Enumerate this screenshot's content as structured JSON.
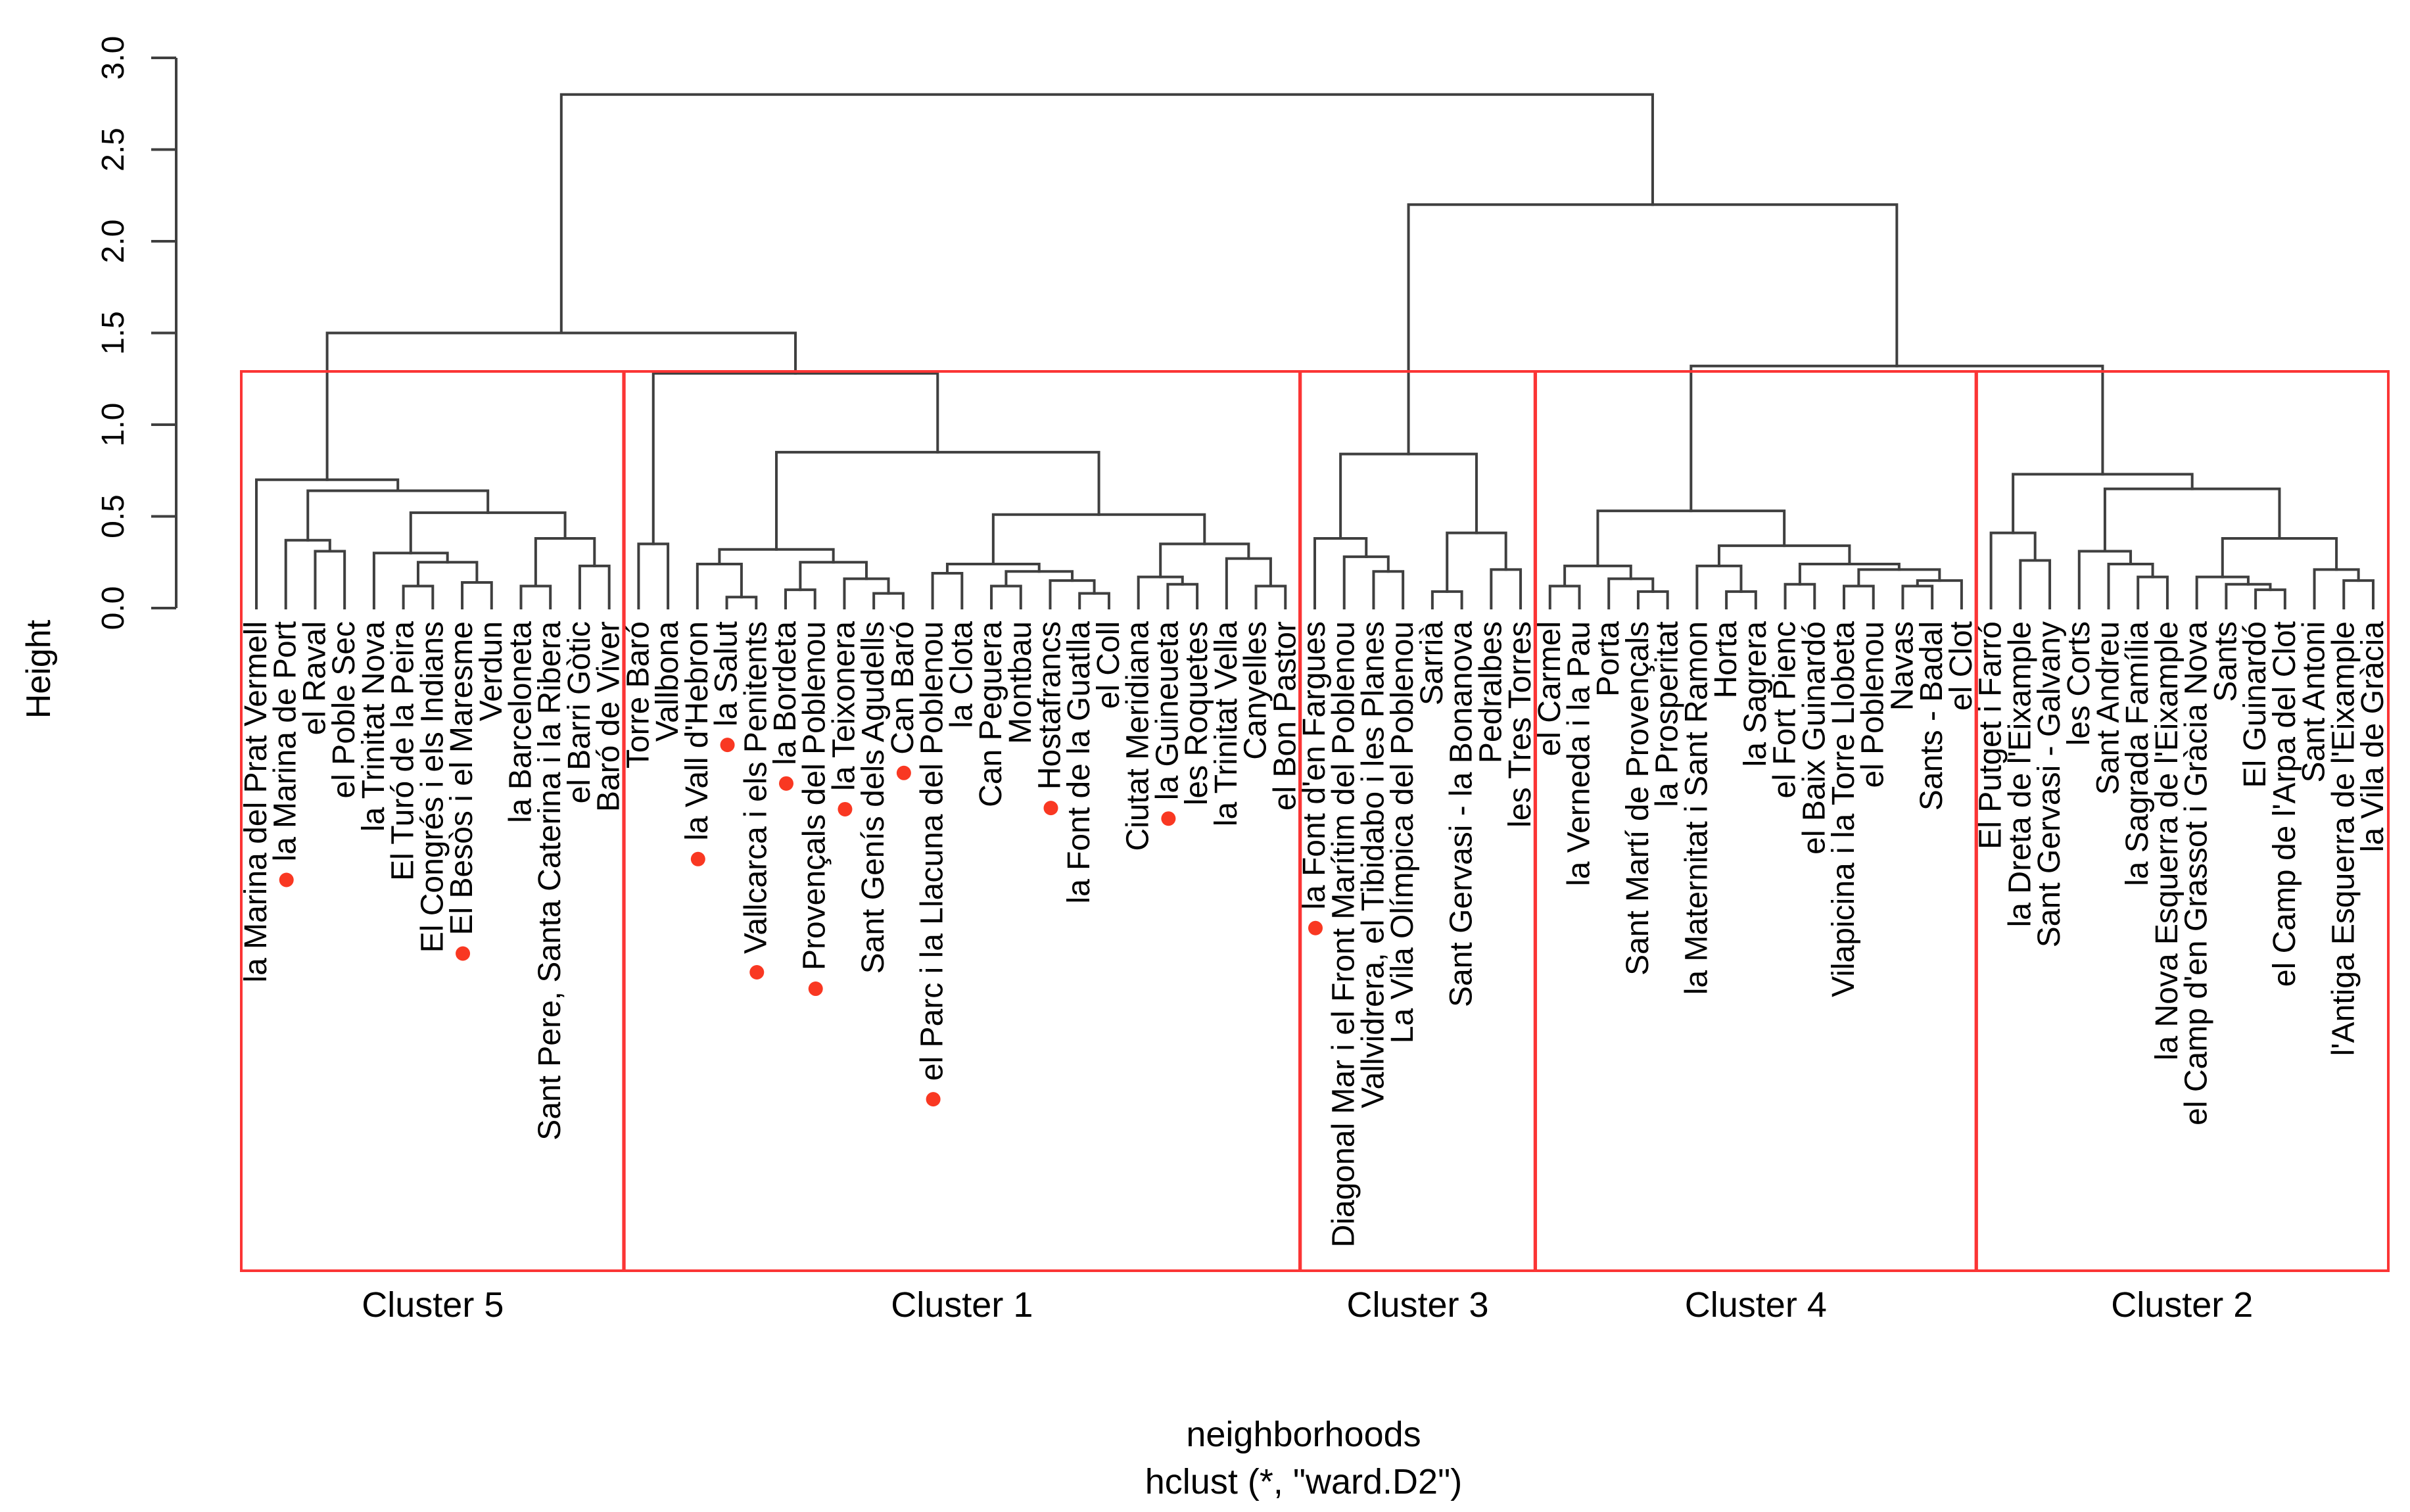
{
  "colors": {
    "dendrogram_line": "#3f3f3f",
    "cluster_box": "#fb3535",
    "leaf_dot": "#f93822",
    "text": "#000000",
    "background": "#ffffff"
  },
  "chart_data": {
    "type": "dendrogram",
    "title": "",
    "y_axis": {
      "label": "Height",
      "range": [
        0,
        3
      ],
      "ticks": [
        "0.0",
        "0.5",
        "1.0",
        "1.5",
        "2.0",
        "2.5",
        "3.0"
      ]
    },
    "x_axis": {
      "label_line1": "neighborhoods",
      "label_line2": "hclust (*, \"ward.D2\")"
    },
    "leaves": [
      {
        "name": "la Marina del Prat Vermell",
        "dot": false
      },
      {
        "name": "la Marina de Port",
        "dot": true
      },
      {
        "name": "el Raval",
        "dot": false
      },
      {
        "name": "el Poble Sec",
        "dot": false
      },
      {
        "name": "la Trinitat Nova",
        "dot": false
      },
      {
        "name": "El Turó de la Peira",
        "dot": false
      },
      {
        "name": "El Congrés i els Indians",
        "dot": false
      },
      {
        "name": "El Besòs i el Maresme",
        "dot": true
      },
      {
        "name": "Verdun",
        "dot": false
      },
      {
        "name": "la Barceloneta",
        "dot": false
      },
      {
        "name": "Sant Pere, Santa Caterina i la Ribera",
        "dot": false
      },
      {
        "name": "el Barri Gòtic",
        "dot": false
      },
      {
        "name": "Baró de Viver",
        "dot": false
      },
      {
        "name": "Torre Baró",
        "dot": false
      },
      {
        "name": "Vallbona",
        "dot": false
      },
      {
        "name": "la Vall d'Hebron",
        "dot": true
      },
      {
        "name": "la Salut",
        "dot": true
      },
      {
        "name": "Vallcarca i els Penitents",
        "dot": true
      },
      {
        "name": "la Bordeta",
        "dot": true
      },
      {
        "name": "Provençals del Poblenou",
        "dot": true
      },
      {
        "name": "la Teixonera",
        "dot": true
      },
      {
        "name": "Sant Genís dels Agudells",
        "dot": false
      },
      {
        "name": "Can Baró",
        "dot": true
      },
      {
        "name": "el Parc i la Llacuna del Poblenou",
        "dot": true
      },
      {
        "name": "la Clota",
        "dot": false
      },
      {
        "name": "Can Peguera",
        "dot": false
      },
      {
        "name": "Montbau",
        "dot": false
      },
      {
        "name": "Hostafrancs",
        "dot": true
      },
      {
        "name": "la Font de la Guatlla",
        "dot": false
      },
      {
        "name": "el Coll",
        "dot": false
      },
      {
        "name": "Ciutat Meridiana",
        "dot": false
      },
      {
        "name": "la Guineueta",
        "dot": true
      },
      {
        "name": "les Roquetes",
        "dot": false
      },
      {
        "name": "la Trinitat Vella",
        "dot": false
      },
      {
        "name": "Canyelles",
        "dot": false
      },
      {
        "name": "el Bon Pastor",
        "dot": false
      },
      {
        "name": "la Font d'en Fargues",
        "dot": true
      },
      {
        "name": "Diagonal Mar i el Front Marítim del Poblenou",
        "dot": false
      },
      {
        "name": "Vallvidrera, el Tibidabo i les Planes",
        "dot": false
      },
      {
        "name": "La Vila Olímpica del Poblenou",
        "dot": false
      },
      {
        "name": "Sarrià",
        "dot": false
      },
      {
        "name": "Sant Gervasi - la Bonanova",
        "dot": false
      },
      {
        "name": "Pedralbes",
        "dot": false
      },
      {
        "name": "les Tres Torres",
        "dot": false
      },
      {
        "name": "el Carmel",
        "dot": false
      },
      {
        "name": "la Verneda i la Pau",
        "dot": false
      },
      {
        "name": "Porta",
        "dot": false
      },
      {
        "name": "Sant Martí de Provençals",
        "dot": false
      },
      {
        "name": "la Prosperitat",
        "dot": false
      },
      {
        "name": "la Maternitat i Sant Ramon",
        "dot": false
      },
      {
        "name": "Horta",
        "dot": false
      },
      {
        "name": "la Sagrera",
        "dot": false
      },
      {
        "name": "el Fort Pienc",
        "dot": false
      },
      {
        "name": "el Baix Guinardó",
        "dot": false
      },
      {
        "name": "Vilapicina i la Torre Llobeta",
        "dot": false
      },
      {
        "name": "el Poblenou",
        "dot": false
      },
      {
        "name": "Navas",
        "dot": false
      },
      {
        "name": "Sants - Badal",
        "dot": false
      },
      {
        "name": "el Clot",
        "dot": false
      },
      {
        "name": "El Putget i Farró",
        "dot": false
      },
      {
        "name": "la Dreta de l'Eixample",
        "dot": false
      },
      {
        "name": "Sant Gervasi - Galvany",
        "dot": false
      },
      {
        "name": "les Corts",
        "dot": false
      },
      {
        "name": "Sant Andreu",
        "dot": false
      },
      {
        "name": "la Sagrada Família",
        "dot": false
      },
      {
        "name": "la Nova Esquerra de l'Eixample",
        "dot": false
      },
      {
        "name": "el Camp d'en Grassot i Gràcia Nova",
        "dot": false
      },
      {
        "name": "Sants",
        "dot": false
      },
      {
        "name": "El Guinardó",
        "dot": false
      },
      {
        "name": "el Camp de l'Arpa del Clot",
        "dot": false
      },
      {
        "name": "Sant Antoni",
        "dot": false
      },
      {
        "name": "l'Antiga Esquerra de l'Eixample",
        "dot": false
      },
      {
        "name": "la Vila de Gràcia",
        "dot": false
      }
    ],
    "clusters": [
      {
        "label": "Cluster 5",
        "from": 0,
        "to": 12
      },
      {
        "label": "Cluster 1",
        "from": 13,
        "to": 35
      },
      {
        "label": "Cluster 3",
        "from": 36,
        "to": 43
      },
      {
        "label": "Cluster 4",
        "from": 44,
        "to": 58
      },
      {
        "label": "Cluster 2",
        "from": 59,
        "to": 72
      }
    ],
    "tree": [
      2.8,
      [
        1.5,
        [
          0.7,
          0,
          [
            0.64,
            [
              0.37,
              1,
              [
                0.31,
                2,
                3
              ]
            ],
            [
              0.52,
              [
                0.3,
                4,
                [
                  0.25,
                  [
                    0.12,
                    5,
                    6
                  ],
                  [
                    0.14,
                    7,
                    8
                  ]
                ]
              ],
              [
                0.38,
                [
                  0.12,
                  9,
                  10
                ],
                [
                  0.23,
                  11,
                  12
                ]
              ]
            ]
          ]
        ],
        [
          1.28,
          [
            0.35,
            13,
            14
          ],
          [
            0.85,
            [
              0.32,
              [
                0.24,
                15,
                [
                  0.06,
                  16,
                  17
                ]
              ],
              [
                0.25,
                [
                  0.1,
                  18,
                  19
                ],
                [
                  0.16,
                  20,
                  [
                    0.08,
                    21,
                    22
                  ]
                ]
              ]
            ],
            [
              0.51,
              [
                0.24,
                [
                  0.19,
                  23,
                  24
                ],
                [
                  0.2,
                  [
                    0.12,
                    25,
                    26
                  ],
                  [
                    0.15,
                    27,
                    [
                      0.08,
                      28,
                      29
                    ]
                  ]
                ]
              ],
              [
                0.35,
                [
                  0.17,
                  30,
                  [
                    0.13,
                    31,
                    32
                  ]
                ],
                [
                  0.27,
                  33,
                  [
                    0.12,
                    34,
                    35
                  ]
                ]
              ]
            ]
          ]
        ]
      ],
      [
        2.2,
        [
          0.84,
          [
            0.38,
            36,
            [
              0.28,
              37,
              [
                0.2,
                38,
                39
              ]
            ]
          ],
          [
            0.41,
            [
              0.09,
              40,
              41
            ],
            [
              0.21,
              42,
              43
            ]
          ]
        ],
        [
          1.32,
          [
            0.53,
            [
              0.23,
              [
                0.12,
                44,
                45
              ],
              [
                0.16,
                46,
                [
                  0.09,
                  47,
                  48
                ]
              ]
            ],
            [
              0.34,
              [
                0.23,
                49,
                [
                  0.09,
                  50,
                  51
                ]
              ],
              [
                0.24,
                [
                  0.13,
                  52,
                  53
                ],
                [
                  0.21,
                  [
                    0.12,
                    54,
                    55
                  ],
                  [
                    0.15,
                    [
                      0.12,
                      56,
                      57
                    ],
                    58
                  ]
                ]
              ]
            ]
          ],
          [
            0.73,
            [
              0.41,
              59,
              [
                0.26,
                60,
                61
              ]
            ],
            [
              0.65,
              [
                0.31,
                62,
                [
                  0.24,
                  63,
                  [
                    0.17,
                    64,
                    65
                  ]
                ]
              ],
              [
                0.38,
                [
                  0.17,
                  66,
                  [
                    0.13,
                    67,
                    [
                      0.1,
                      68,
                      69
                    ]
                  ]
                ],
                [
                  0.21,
                  70,
                  [
                    0.15,
                    71,
                    72
                  ]
                ]
              ]
            ]
          ]
        ]
      ]
    ]
  }
}
